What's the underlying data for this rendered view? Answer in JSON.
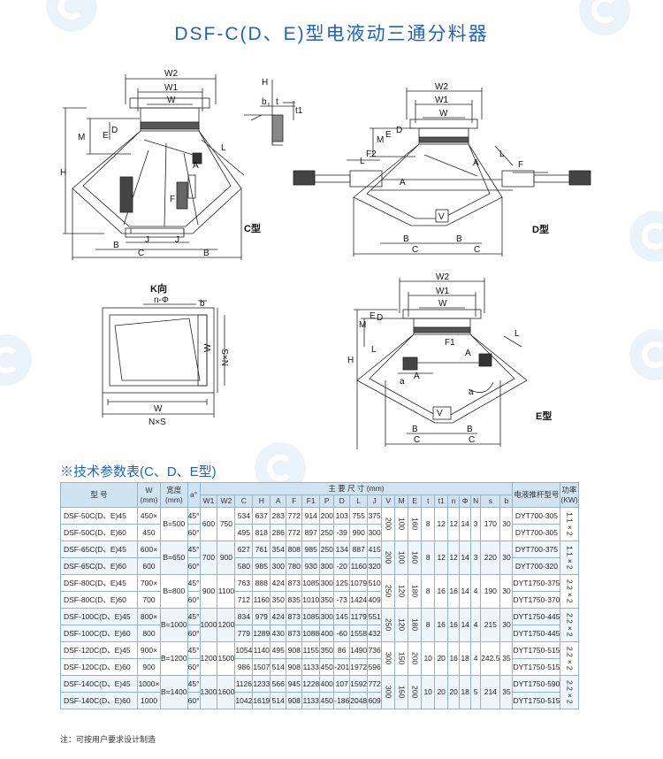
{
  "title": "DSF-C(D、E)型电液动三通分料器",
  "figures": {
    "c": {
      "caption": "C型",
      "dims": [
        "W2",
        "W1",
        "W",
        "D",
        "E",
        "M",
        "H",
        "L",
        "F",
        "A",
        "B",
        "C",
        "J",
        "J",
        "C",
        "B"
      ]
    },
    "h": {
      "caption": "H",
      "dims": [
        "b",
        "t",
        "t1"
      ]
    },
    "d": {
      "caption": "D型",
      "dims": [
        "W2",
        "W1",
        "W",
        "D",
        "E",
        "M",
        "F2",
        "F",
        "L",
        "L",
        "A",
        "A",
        "A",
        "B",
        "B",
        "C",
        "C"
      ]
    },
    "k": {
      "caption": "K向",
      "dims": [
        "n-Φ",
        "b",
        "W",
        "N×S",
        "W",
        "N×S"
      ]
    },
    "e": {
      "caption": "E型",
      "dims": [
        "W2",
        "W1",
        "W",
        "D",
        "E",
        "M",
        "H",
        "F1",
        "L",
        "L",
        "A",
        "A",
        "a",
        "a",
        "B",
        "B",
        "C",
        "C"
      ]
    }
  },
  "spec": {
    "title": "※技术参数表(C、D、E型)",
    "headers": {
      "model": "型 号",
      "w": "W (mm)",
      "width": "宽度 (mm)",
      "angle": "a°",
      "main": "主 要 尺 寸 (mm)",
      "dims": [
        "W1",
        "W2",
        "C",
        "H",
        "A",
        "F",
        "F1",
        "P",
        "D",
        "L",
        "J",
        "V",
        "M",
        "E",
        "t",
        "t1",
        "n",
        "Φ",
        "N",
        "s",
        "b"
      ],
      "pusher": "电液推杆型号",
      "power": "功率 (KW)"
    },
    "rows": [
      {
        "model": "DSF-50C(D、E)45",
        "w": "450×",
        "width": "B=500",
        "angle": "45°",
        "w1": "600",
        "w2": "750",
        "c": "534",
        "h": "637",
        "a": "283",
        "f": "772",
        "f1": "914",
        "p": "200",
        "d": "103",
        "l": "755",
        "j": "375",
        "v": "200",
        "m": "100",
        "e": "160",
        "t": "8",
        "t1": "12",
        "n": "12",
        "phi": "14",
        "nn": "3",
        "s": "170",
        "b": "30",
        "pusher": "DYT700-305",
        "power": "1.1×2"
      },
      {
        "model": "DSF-50C(D、E)60",
        "w": "450",
        "angle": "60°",
        "c": "495",
        "h": "818",
        "a": "286",
        "f": "772",
        "f1": "897",
        "p": "250",
        "d": "-39",
        "l": "990",
        "j": "300",
        "pusher": "DYT700-305"
      },
      {
        "model": "DSF-65C(D、E)45",
        "w": "600×",
        "width": "B=650",
        "angle": "45°",
        "w1": "700",
        "w2": "900",
        "c": "627",
        "h": "761",
        "a": "354",
        "f": "808",
        "f1": "985",
        "p": "250",
        "d": "134",
        "l": "887",
        "j": "415",
        "v": "200",
        "m": "100",
        "e": "160",
        "t": "8",
        "t1": "12",
        "n": "12",
        "phi": "14",
        "nn": "3",
        "s": "220",
        "b": "30",
        "pusher": "DYT700-375",
        "power": "1.1×2"
      },
      {
        "model": "DSF-65C(D、E)60",
        "w": "600",
        "angle": "60°",
        "c": "580",
        "h": "985",
        "a": "300",
        "f": "780",
        "f1": "930",
        "p": "300",
        "d": "-20",
        "l": "1160",
        "j": "320",
        "pusher": "DYT700-320"
      },
      {
        "model": "DSF-80C(D、E)45",
        "w": "700×",
        "width": "B=800",
        "angle": "45°",
        "w1": "900",
        "w2": "1100",
        "c": "763",
        "h": "888",
        "a": "424",
        "f": "873",
        "f1": "1085",
        "p": "300",
        "d": "125",
        "l": "1079",
        "j": "510",
        "v": "250",
        "m": "120",
        "e": "180",
        "t": "8",
        "t1": "16",
        "n": "16",
        "phi": "14",
        "nn": "4",
        "s": "190",
        "b": "30",
        "pusher": "DYT1750-375",
        "power": "2.2×2"
      },
      {
        "model": "DSF-80C(D、E)60",
        "w": "700",
        "angle": "60°",
        "c": "712",
        "h": "1160",
        "a": "350",
        "f": "835",
        "f1": "1010",
        "p": "350",
        "d": "-73",
        "l": "1424",
        "j": "409",
        "pusher": "DYT1750-370"
      },
      {
        "model": "DSF-100C(D、E)45",
        "w": "800×",
        "width": "B=1000",
        "angle": "45°",
        "w1": "1000",
        "w2": "1200",
        "c": "834",
        "h": "979",
        "a": "424",
        "f": "873",
        "f1": "1085",
        "p": "300",
        "d": "145",
        "l": "1179",
        "j": "551",
        "v": "250",
        "m": "120",
        "e": "180",
        "t": "8",
        "t1": "16",
        "n": "16",
        "phi": "14",
        "nn": "4",
        "s": "215",
        "b": "30",
        "pusher": "DYT1750-445",
        "power": "2.2×2"
      },
      {
        "model": "DSF-100C(D、E)60",
        "w": "800",
        "angle": "60°",
        "c": "779",
        "h": "1289",
        "a": "430",
        "f": "873",
        "f1": "1088",
        "p": "400",
        "d": "-60",
        "l": "1558",
        "j": "432",
        "pusher": "DYT1750-445"
      },
      {
        "model": "DSF-120C(D、E)45",
        "w": "900×",
        "width": "B=1200",
        "angle": "45°",
        "w1": "1200",
        "w2": "1500",
        "c": "1054",
        "h": "1140",
        "a": "495",
        "f": "908",
        "f1": "1155",
        "p": "350",
        "d": "86",
        "l": "1490",
        "j": "736",
        "v": "300",
        "m": "150",
        "e": "200",
        "t": "10",
        "t1": "20",
        "n": "16",
        "phi": "18",
        "nn": "4",
        "s": "242.5",
        "b": "35",
        "pusher": "DYT1750-515",
        "power": "2.2×2"
      },
      {
        "model": "DSF-120C(D、E)60",
        "w": "900",
        "angle": "60°",
        "c": "986",
        "h": "1507",
        "a": "514",
        "f": "908",
        "f1": "1133",
        "p": "450",
        "d": "-201",
        "l": "1972",
        "j": "596",
        "pusher": "DYT1750-515"
      },
      {
        "model": "DSF-140C(D、E)45",
        "w": "1000×",
        "width": "B=1400",
        "angle": "45°",
        "w1": "1300",
        "w2": "1600",
        "c": "1126",
        "h": "1233",
        "a": "566",
        "f": "945",
        "f1": "1228",
        "p": "400",
        "d": "107",
        "l": "1592",
        "j": "772",
        "v": "300",
        "m": "150",
        "e": "200",
        "t": "10",
        "t1": "20",
        "n": "20",
        "phi": "18",
        "nn": "5",
        "s": "214",
        "b": "35",
        "pusher": "DYT1750-590",
        "power": "2.2×2"
      },
      {
        "model": "DSF-140C(D、E)60",
        "w": "1000",
        "angle": "60°",
        "c": "1042",
        "h": "1619",
        "a": "514",
        "f": "908",
        "f1": "1133",
        "p": "450",
        "d": "-186",
        "l": "2048",
        "j": "609",
        "pusher": "DYT1750-515"
      }
    ]
  },
  "note": "注：可按用户要求设计制造"
}
